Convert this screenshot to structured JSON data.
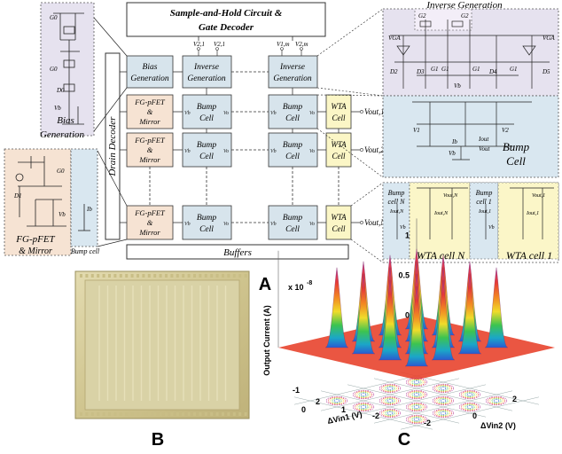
{
  "colors": {
    "block": "#d7e4ec",
    "fg_block": "#f6e3d3",
    "wta_block": "#fbf6c6",
    "bias_panel": "#e6e2ef",
    "bump_panel": "#d9e7f0",
    "wta_panel": "#fbf6c8",
    "chip_gold": "#d8cfa0"
  },
  "schematic": {
    "header": {
      "line1": "Sample-and-Hold Circuit  &",
      "line2": "Gate Decoder"
    },
    "drain_decoder": "Drain Decoder",
    "buffers": "Buffers",
    "bias_generation": {
      "line1": "Bias",
      "line2": "Generation"
    },
    "inverse_generation": {
      "line1": "Inverse",
      "line2": "Generation"
    },
    "fg_pfet": {
      "line1": "FG-pFET",
      "line2": "&",
      "line3": "Mirror"
    },
    "bump_cell": {
      "line1": "Bump",
      "line2": "Cell"
    },
    "wta_cell": {
      "line1": "WTA",
      "line2": "Cell"
    },
    "v21": "V2,1",
    "v21b": "V2,1",
    "v1m": "V1,m",
    "v2m": "V2,m",
    "vb": "Vb",
    "vo": "Vo",
    "vout1": "Vout,1",
    "vout2": "Vout,2",
    "voutn": "Vout,N"
  },
  "insets": {
    "bias_title": {
      "line1": "Bias",
      "line2": "Generation"
    },
    "bias_labels": {
      "g0a": "G0",
      "g0b": "G0",
      "d0": "D0",
      "vb": "Vb"
    },
    "fg_title": {
      "line1": "FG-pFET",
      "line2": "& Mirror"
    },
    "fg_labels": {
      "g0": "G0",
      "d1": "D1",
      "vb": "Vb",
      "ib": "Ib"
    },
    "bump_cell_small": "Bump cell",
    "inverse_title": "Inverse Generation",
    "inverse_labels": {
      "vga1": "VGA",
      "vga2": "VGA",
      "d2": "D2",
      "d3": "D3",
      "d4": "D4",
      "d5": "D5",
      "g1a": "G1",
      "g1b": "G1",
      "g1c": "G1",
      "g1d": "G1",
      "vb": "Vb",
      "g2a": "G2",
      "g2b": "G2"
    },
    "bump_title": {
      "line1": "Bump",
      "line2": "Cell"
    },
    "bump_labels": {
      "v1": "V1",
      "v2": "V2",
      "ib": "Ib",
      "vb": "Vb",
      "iout": "Iout",
      "vout": "Vout"
    },
    "bump_n": {
      "line1": "Bump",
      "line2": "cell N"
    },
    "bump_1": {
      "line1": "Bump",
      "line2": "cell 1"
    },
    "wta_n": "WTA cell N",
    "wta_1": "WTA cell 1",
    "wta_labels": {
      "iout_n": "Iout,N",
      "iout_n2": "Iout,N",
      "vout_n": "Vout,N",
      "vout_1": "Vout,1",
      "iout_1": "Iout,1",
      "iout_1b": "Iout,1",
      "vb_a": "Vb",
      "vb_b": "Vb"
    }
  },
  "panel_labels": {
    "a": "A",
    "b": "B",
    "c": "C"
  },
  "plot": {
    "exponent": "x 10",
    "exponent_power": "-8",
    "zlabel": "Output Current (A)",
    "xlabel": "ΔVin1 (V)",
    "ylabel": "ΔVin2 (V)",
    "zticks": [
      "1",
      "0.5",
      "0"
    ],
    "xticks": [
      "-1",
      "0",
      "1",
      "2"
    ],
    "yticks": [
      "-2",
      "-2",
      "0",
      "2"
    ]
  },
  "chart_data": {
    "type": "surface",
    "xlabel": "ΔVin1 (V)",
    "ylabel": "ΔVin2 (V)",
    "zlabel": "Output Current (A)",
    "z_scale": "x 10^-8",
    "zlim": [
      0,
      1.2
    ],
    "series": [
      {
        "x": -2,
        "y": -2,
        "peak": 1.0
      },
      {
        "x": -2,
        "y": -1,
        "peak": 1.0
      },
      {
        "x": -2,
        "y": 0,
        "peak": 1.0
      },
      {
        "x": -2,
        "y": 1,
        "peak": 1.0
      },
      {
        "x": -1,
        "y": -2,
        "peak": 1.0
      },
      {
        "x": -1,
        "y": -1,
        "peak": 1.0
      },
      {
        "x": -1,
        "y": 0,
        "peak": 1.0
      },
      {
        "x": -1,
        "y": 1,
        "peak": 1.0
      },
      {
        "x": 0,
        "y": -2,
        "peak": 1.0
      },
      {
        "x": 0,
        "y": -1,
        "peak": 1.0
      },
      {
        "x": 0,
        "y": 0,
        "peak": 1.0
      },
      {
        "x": 0,
        "y": 1,
        "peak": 1.0
      },
      {
        "x": 1,
        "y": -2,
        "peak": 1.0
      },
      {
        "x": 1,
        "y": -1,
        "peak": 1.0
      },
      {
        "x": 1,
        "y": 0,
        "peak": 1.0
      },
      {
        "x": 1,
        "y": 1,
        "peak": 1.0
      }
    ]
  }
}
